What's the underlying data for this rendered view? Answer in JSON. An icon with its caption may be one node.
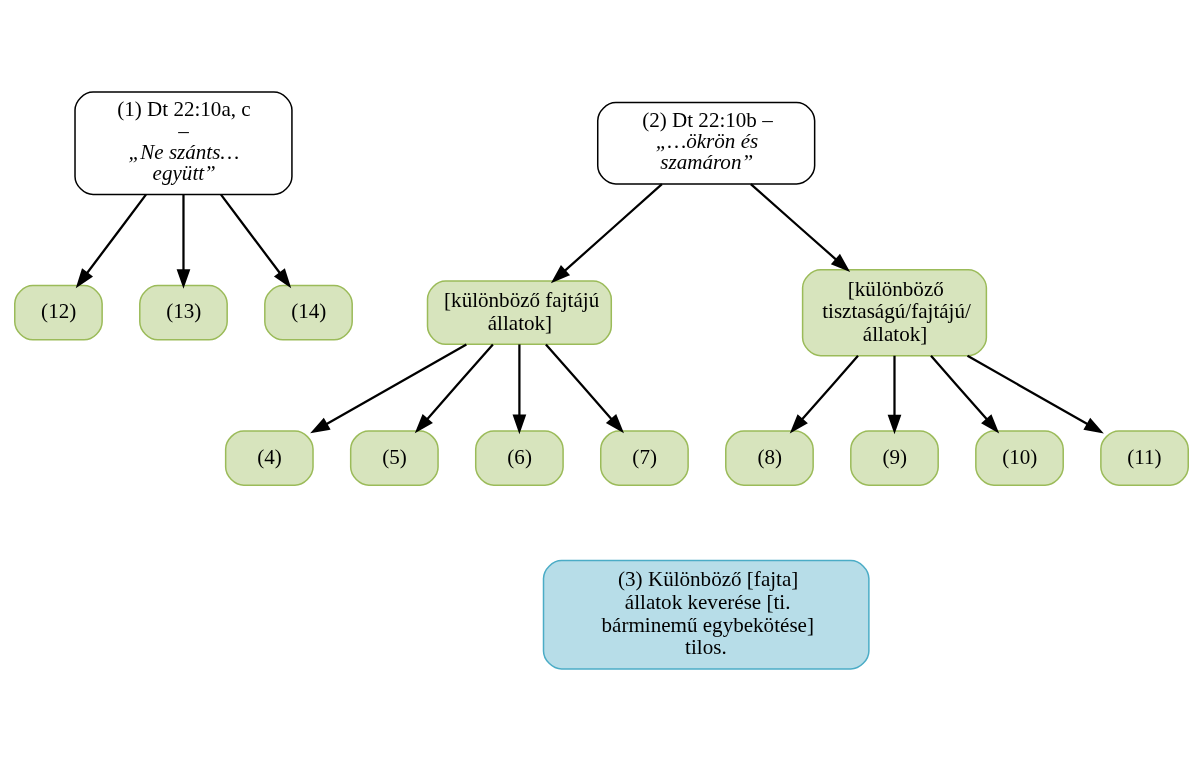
{
  "diagram": {
    "nodes": [
      {
        "text": [
          "(1) Dt 22:10a, c –",
          "„Ne szánts… együtt”"
        ]
      },
      {
        "text": [
          "(2) Dt 22:10b –",
          "„…ökrön és szamáron”"
        ]
      },
      {
        "text": [
          "[különböző fajtájú állatok]"
        ]
      },
      {
        "text": [
          "[különböző tisztaságú/fajtájú/ állatok]"
        ]
      },
      {
        "text": [
          "(12)"
        ]
      },
      {
        "text": [
          "(13)"
        ]
      },
      {
        "text": [
          "(14)"
        ]
      },
      {
        "text": [
          "(4)"
        ]
      },
      {
        "text": [
          "(5)"
        ]
      },
      {
        "text": [
          "(6)"
        ]
      },
      {
        "text": [
          "(7)"
        ]
      },
      {
        "text": [
          "(8)"
        ]
      },
      {
        "text": [
          "(9)"
        ]
      },
      {
        "text": [
          "(10)"
        ]
      },
      {
        "text": [
          "(11)"
        ]
      },
      {
        "text": [
          "(3) Különböző [fajta] állatok keverése [ti. bárminemű egybekötése] tilos."
        ]
      }
    ],
    "edges": [
      {
        "from": 0,
        "to": 4,
        "arrow": "to"
      },
      {
        "from": 0,
        "to": 5,
        "arrow": "to"
      },
      {
        "from": 0,
        "to": 6,
        "arrow": "to"
      },
      {
        "from": 1,
        "to": 2,
        "arrow": "to"
      },
      {
        "from": 1,
        "to": 3,
        "arrow": "to"
      },
      {
        "from": 2,
        "to": 7,
        "arrow": "to"
      },
      {
        "from": 2,
        "to": 8,
        "arrow": "to"
      },
      {
        "from": 2,
        "to": 9,
        "arrow": "to"
      },
      {
        "from": 2,
        "to": 10,
        "arrow": "to"
      },
      {
        "from": 3,
        "to": 11,
        "arrow": "to"
      },
      {
        "from": 3,
        "to": 12,
        "arrow": "to"
      },
      {
        "from": 3,
        "to": 13,
        "arrow": "to"
      },
      {
        "from": 3,
        "to": 14,
        "arrow": "to"
      }
    ]
  }
}
